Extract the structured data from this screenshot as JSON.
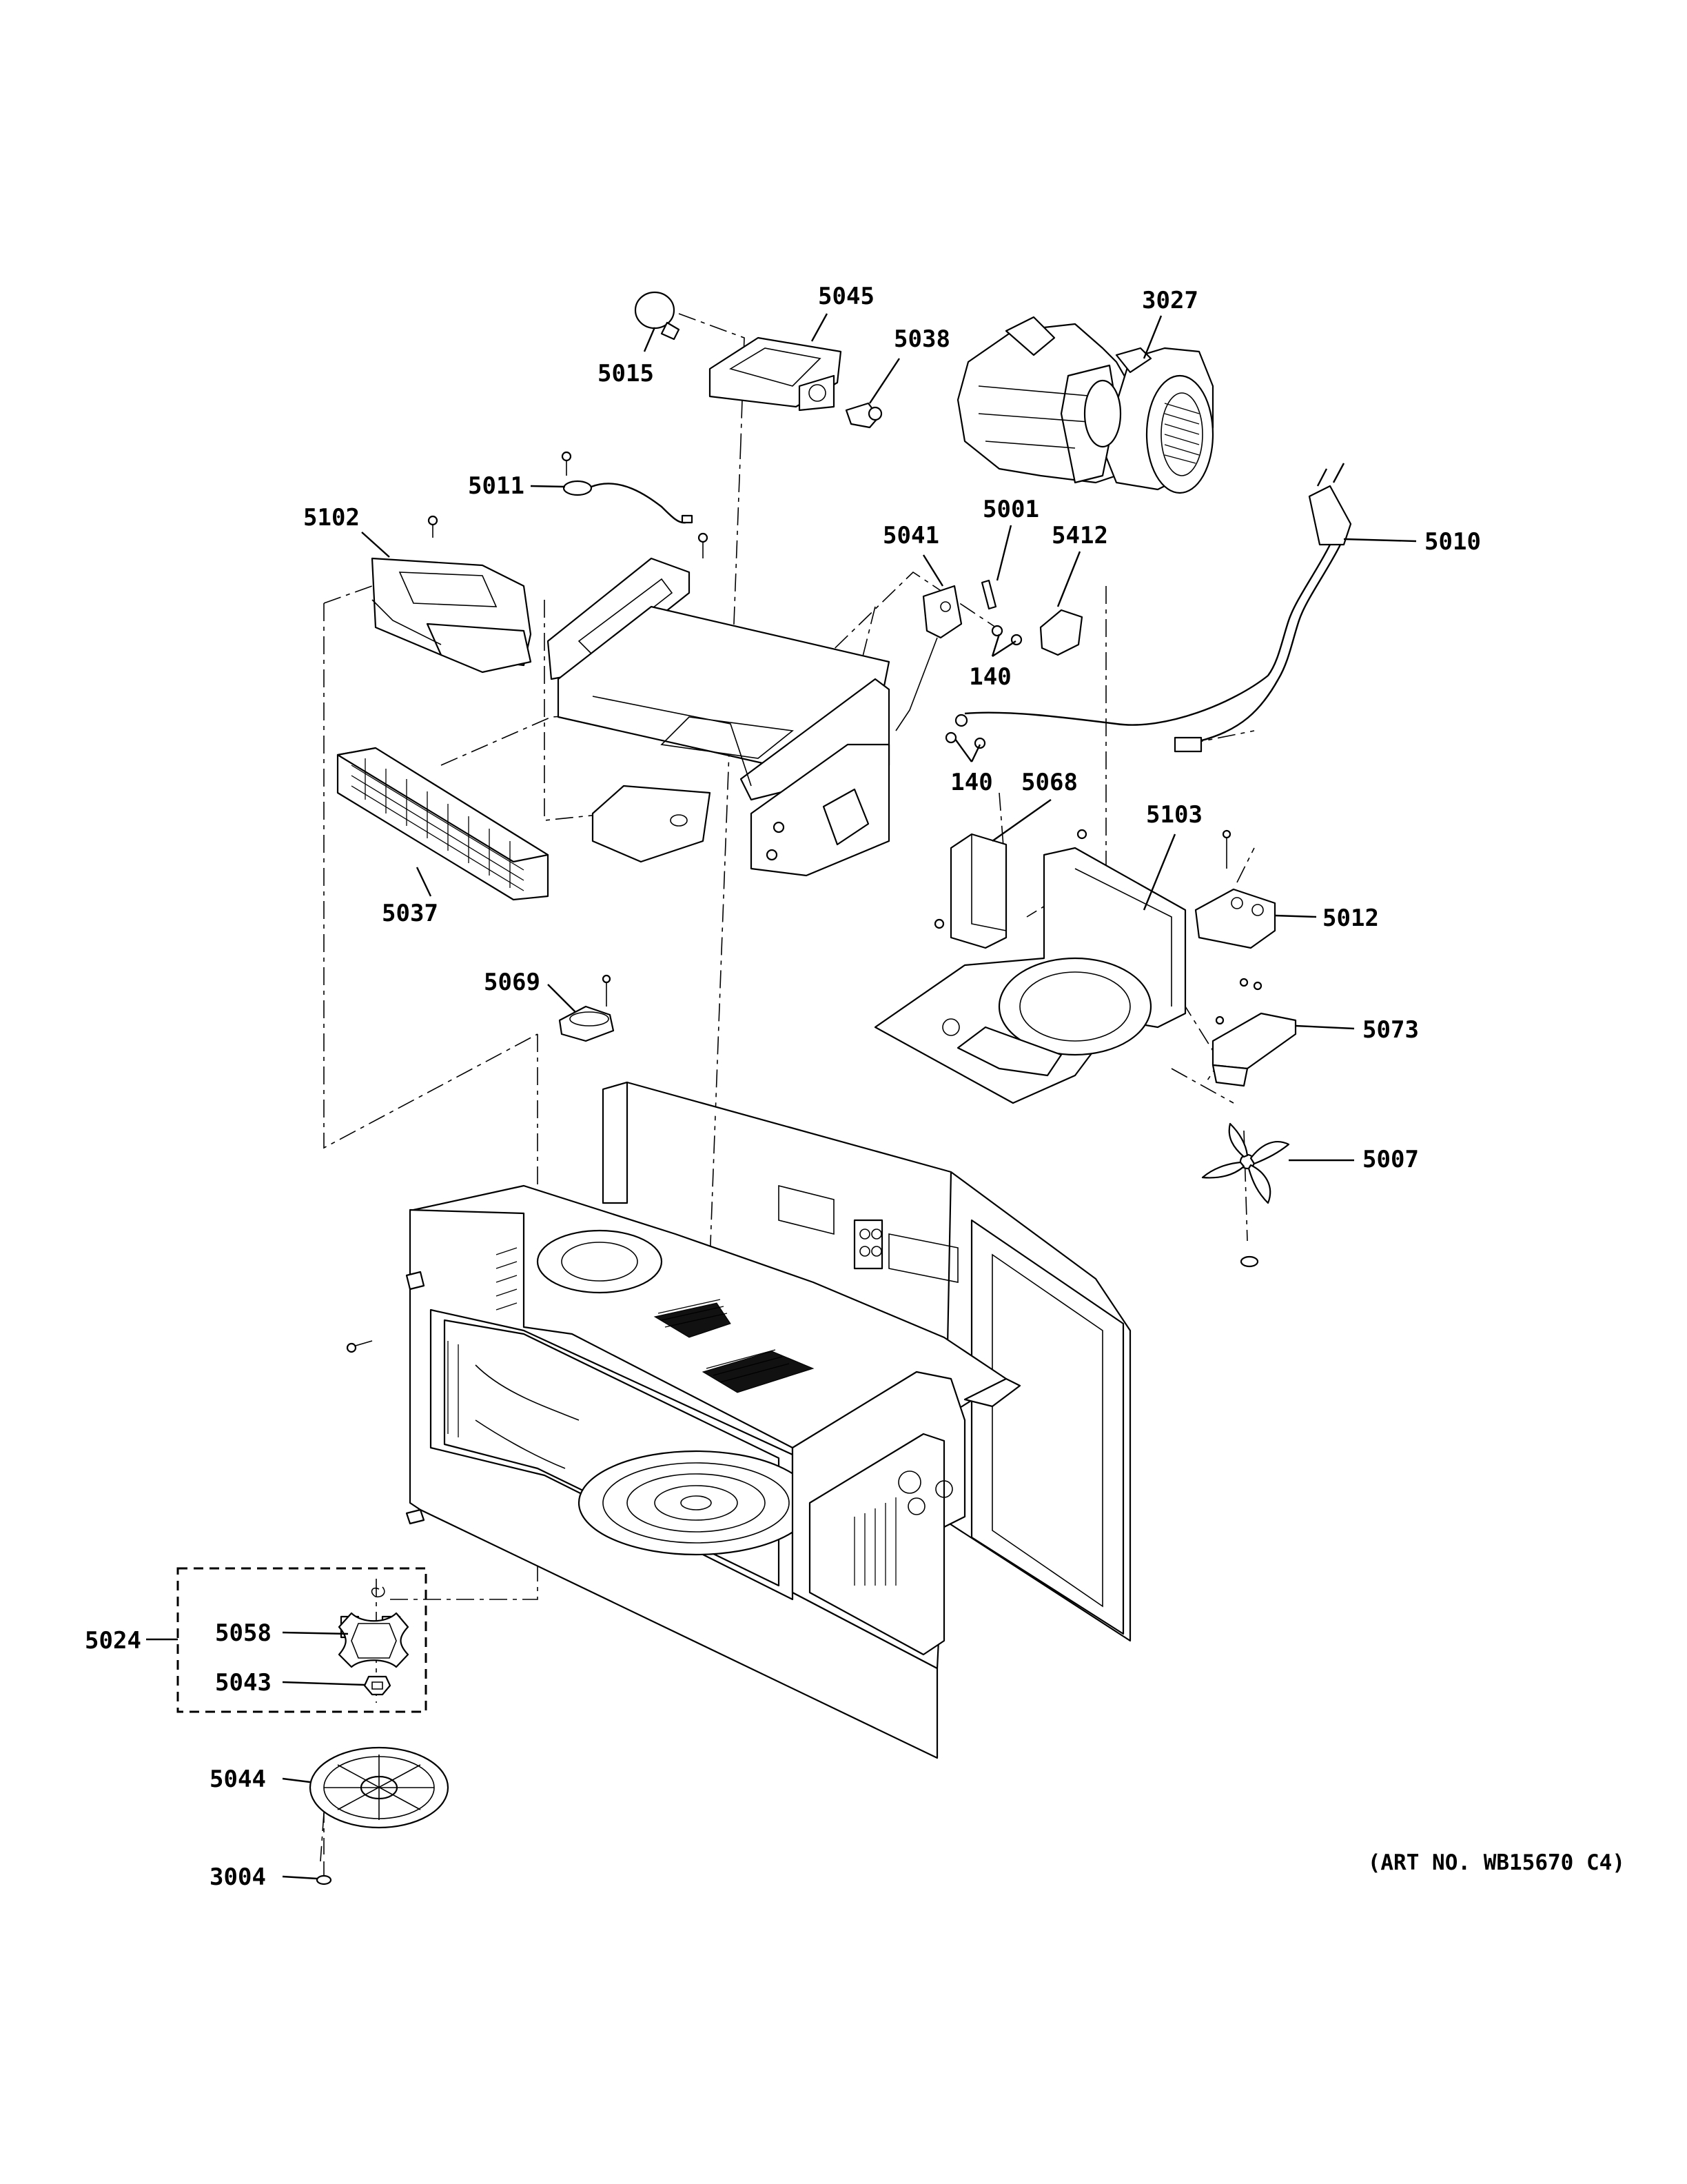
{
  "diagram": {
    "art_number": "(ART NO. WB15670 C4)",
    "callouts": {
      "c5045": "5045",
      "c3027": "3027",
      "c5038": "5038",
      "c5015": "5015",
      "c5011": "5011",
      "c5102": "5102",
      "c5001": "5001",
      "c5041": "5041",
      "c5412": "5412",
      "c5010": "5010",
      "c140a": "140",
      "c140b": "140",
      "c5068": "5068",
      "c5103": "5103",
      "c5037": "5037",
      "c5012": "5012",
      "c5069": "5069",
      "c5073": "5073",
      "c5007": "5007",
      "c5024": "5024",
      "c5058": "5058",
      "c5043": "5043",
      "c5044": "5044",
      "c3004": "3004"
    }
  }
}
